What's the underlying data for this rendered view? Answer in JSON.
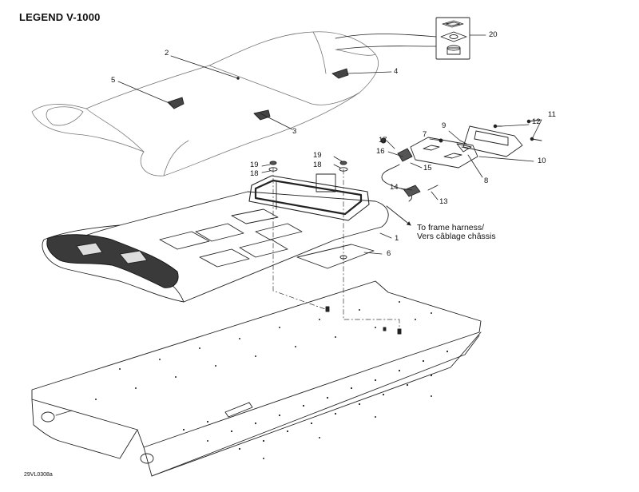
{
  "title": "LEGEND V-1000",
  "drawing_code": "29VL0308a",
  "note": {
    "line1": "To frame harness/",
    "line2": "Vers câblage châssis"
  },
  "callouts": {
    "c1": "1",
    "c2": "2",
    "c3": "3",
    "c4": "4",
    "c5": "5",
    "c6": "6",
    "c7": "7",
    "c8": "8",
    "c9": "9",
    "c10": "10",
    "c11": "11",
    "c12": "12",
    "c13": "13",
    "c14": "14",
    "c15": "15",
    "c16": "16",
    "c17": "17",
    "c18a": "18",
    "c18b": "18",
    "c19a": "19",
    "c19b": "19",
    "c20": "20"
  }
}
